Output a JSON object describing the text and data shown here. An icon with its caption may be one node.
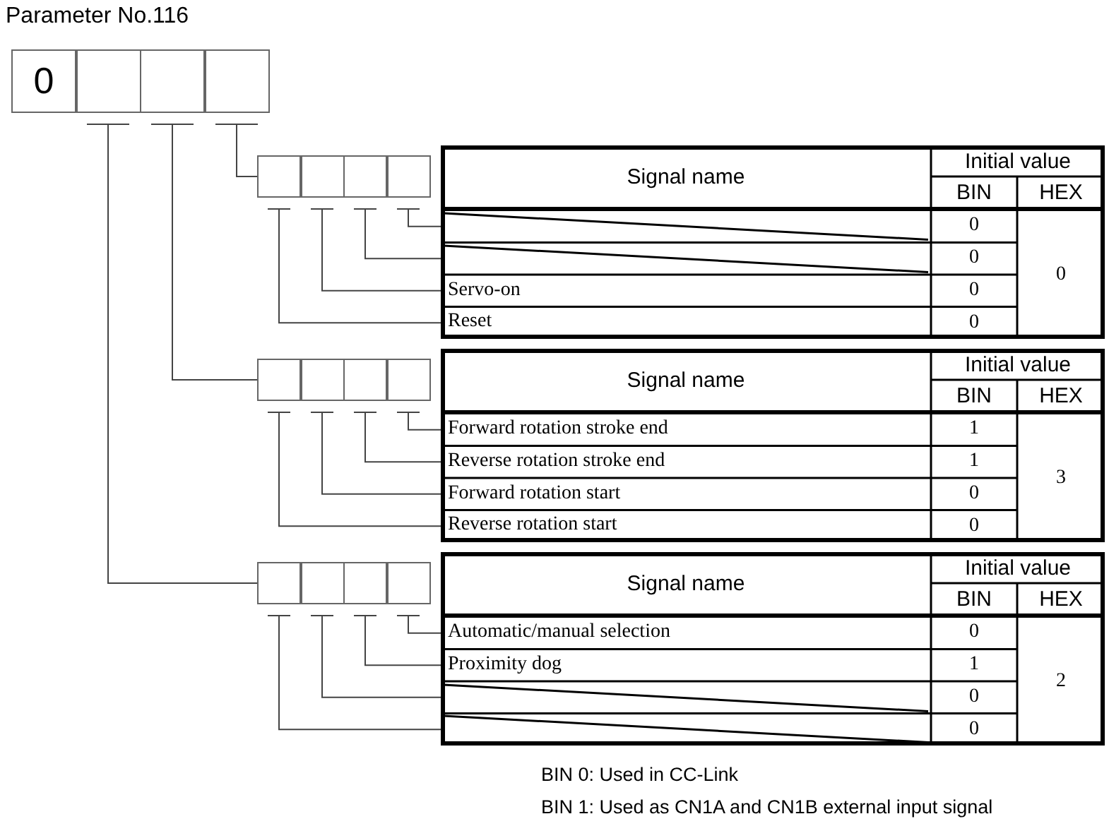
{
  "diagram": {
    "nodes": [
      {
        "text": [
          "0"
        ]
      },
      {
        "text": [],
        "shape": "box"
      },
      {
        "text": [],
        "shape": "box"
      },
      {
        "text": [],
        "shape": "box"
      },
      {
        "text": [],
        "shape": "box"
      },
      {
        "text": [],
        "shape": "box"
      },
      {
        "text": [],
        "shape": "box"
      },
      {
        "text": [],
        "shape": "box"
      },
      {
        "text": [],
        "shape": "box"
      },
      {
        "text": [],
        "shape": "box"
      },
      {
        "text": [],
        "shape": "box"
      },
      {
        "text": [],
        "shape": "box"
      },
      {
        "text": [],
        "shape": "box"
      },
      {
        "text": [],
        "shape": "box"
      },
      {
        "text": [],
        "shape": "box"
      },
      {
        "text": [],
        "shape": "box"
      },
      {
        "text": [],
        "shape": "box"
      },
      {
        "text": [],
        "shape": "box"
      },
      {
        "text": [
          "Servo-on"
        ]
      },
      {
        "text": [
          "Reset"
        ]
      },
      {
        "text": [
          "Forward rotation stroke end"
        ]
      },
      {
        "text": [
          "Reverse rotation stroke end"
        ]
      },
      {
        "text": [
          "Forward rotation start"
        ]
      },
      {
        "text": [
          "Reverse rotation start"
        ]
      },
      {
        "text": [
          "Automatic/manual selection"
        ]
      },
      {
        "text": [
          "Proximity dog"
        ]
      },
      {
        "text": [],
        "shape": "box"
      },
      {
        "text": [],
        "shape": "box"
      }
    ],
    "edges": [
      {
        "from": 3,
        "to": 4,
        "arrow": "none"
      },
      {
        "from": 7,
        "to": 16,
        "arrow": "none"
      },
      {
        "from": 6,
        "to": 17,
        "arrow": "none"
      },
      {
        "from": 5,
        "to": 18,
        "arrow": "none"
      },
      {
        "from": 4,
        "to": 19,
        "arrow": "none"
      },
      {
        "from": 2,
        "to": 8,
        "arrow": "none"
      },
      {
        "from": 11,
        "to": 20,
        "arrow": "none"
      },
      {
        "from": 10,
        "to": 21,
        "arrow": "none"
      },
      {
        "from": 9,
        "to": 22,
        "arrow": "none"
      },
      {
        "from": 8,
        "to": 23,
        "arrow": "none"
      },
      {
        "from": 1,
        "to": 12,
        "arrow": "none"
      },
      {
        "from": 15,
        "to": 24,
        "arrow": "none"
      },
      {
        "from": 14,
        "to": 25,
        "arrow": "none"
      },
      {
        "from": 13,
        "to": 26,
        "arrow": "none"
      },
      {
        "from": 12,
        "to": 27,
        "arrow": "none"
      }
    ],
    "labels": [
      "Parameter No.116",
      "Signal name",
      "Initial value",
      "BIN",
      "HEX",
      "0",
      "0",
      "0",
      "0",
      "0",
      "Signal name",
      "Initial value",
      "BIN",
      "HEX",
      "1",
      "3",
      "1",
      "0",
      "0",
      "Signal name",
      "Initial value",
      "BIN",
      "HEX",
      "0",
      "2",
      "1",
      "0",
      "0",
      "BIN 0: Used in CC-Link",
      "BIN 1: Used as CN1A and CN1B external input signal"
    ]
  }
}
